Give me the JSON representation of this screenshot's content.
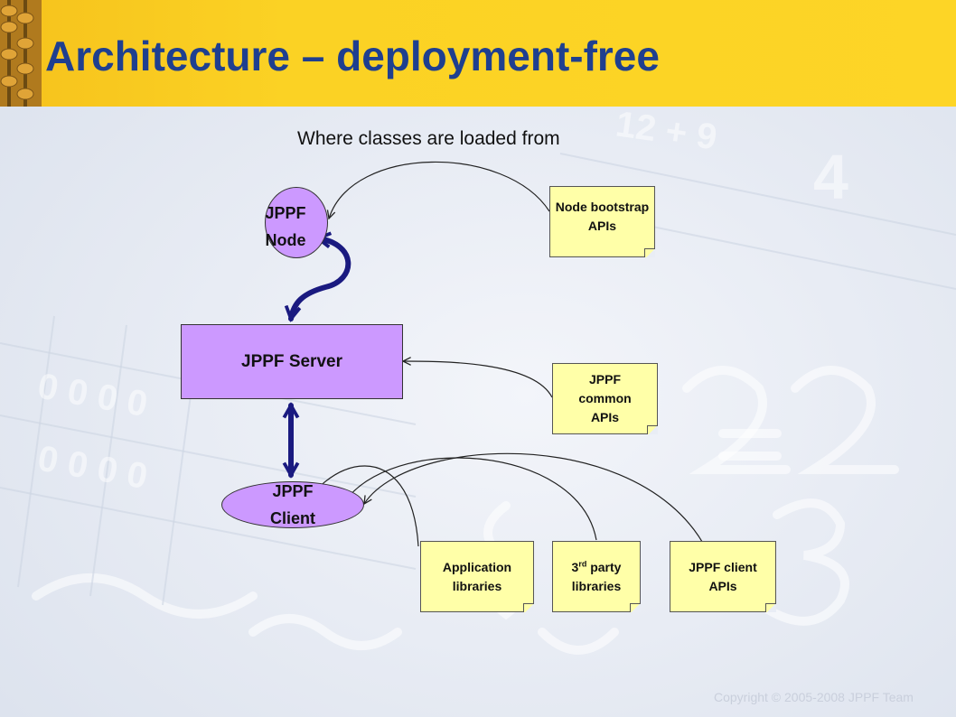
{
  "title": "Architecture – deployment-free",
  "caption": "Where classes are loaded from",
  "nodes": {
    "node_line1": "JPPF",
    "node_line2": "Node",
    "server": "JPPF Server",
    "client_line1": "JPPF",
    "client_line2": "Client"
  },
  "notes": {
    "bootstrap": "Node bootstrap\nAPIs",
    "common": "JPPF\ncommon\nAPIs",
    "application": "Application\nlibraries",
    "third_party_num": "3",
    "third_party_sup": "rd",
    "third_party_rest": " party",
    "third_party_line2": "libraries",
    "client_apis": "JPPF client\nAPIs"
  },
  "copyright": "Copyright © 2005-2008 JPPF Team",
  "colors": {
    "header_yellow": "#fdd526",
    "title_blue": "#1f3f8f",
    "node_purple": "#cc99ff",
    "note_yellow": "#ffffa8",
    "arrow_navy": "#1a1a80"
  }
}
